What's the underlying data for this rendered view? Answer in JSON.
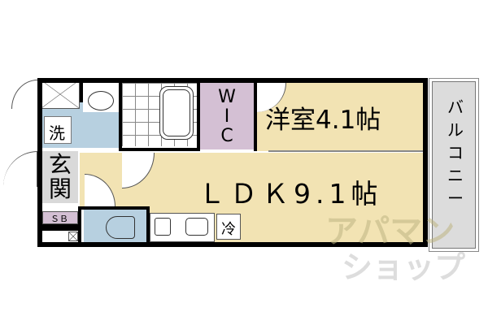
{
  "floorplan": {
    "rooms": {
      "western_room": {
        "label": "洋室4.1帖",
        "type": "Western-style room",
        "size_jo": 4.1
      },
      "ldk": {
        "label": "ＬＤＫ9.1帖",
        "type": "Living Dining Kitchen",
        "size_jo": 9.1
      },
      "wic": {
        "label_lines": [
          "W",
          "I",
          "C"
        ],
        "type": "Walk-in closet"
      },
      "balcony": {
        "label_lines": [
          "バ",
          "ル",
          "コ",
          "ニ",
          "ー"
        ],
        "type": "Balcony"
      },
      "entrance": {
        "label_lines": [
          "玄",
          "関"
        ],
        "type": "Entrance"
      },
      "washer": {
        "label": "洗",
        "type": "Washing machine space"
      },
      "shoe_box": {
        "label": "ＳＢ",
        "type": "Shoe box"
      },
      "fridge": {
        "label": "冷",
        "type": "Refrigerator space"
      }
    },
    "colors": {
      "room_fill": "#f2e3b3",
      "wet_area_fill": "#b7d0e0",
      "closet_fill": "#d4c0d4",
      "entrance_fill": "#d9d9d9",
      "balcony_fill": "#dcdcdc",
      "wall": "#000000"
    }
  },
  "watermark": {
    "line1": "アパマン",
    "line2": "ショップ"
  }
}
